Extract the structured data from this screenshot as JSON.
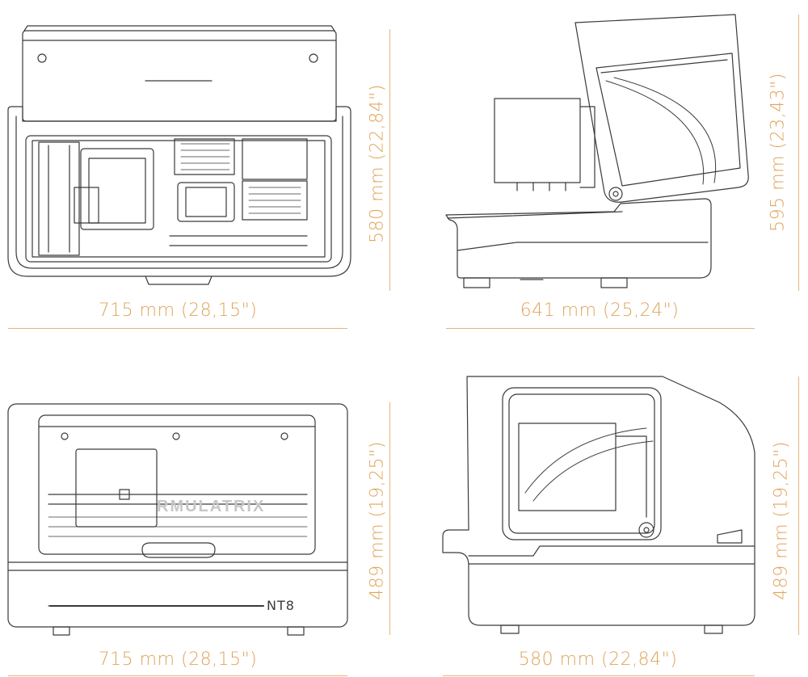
{
  "views": [
    {
      "id": "top",
      "width_label": "715 mm (28,15\")",
      "height_label": "580 mm (22,84\")"
    },
    {
      "id": "side-open",
      "width_label": "641 mm (25,24\")",
      "height_label": "595 mm (23,43\")"
    },
    {
      "id": "front",
      "width_label": "715 mm (28,15\")",
      "height_label": "489 mm (19,25\")"
    },
    {
      "id": "side-closed",
      "width_label": "580 mm (22,84\")",
      "height_label": "489 mm (19,25\")"
    }
  ],
  "brand": {
    "front_text": "RMULATRIX",
    "model": "NT8"
  },
  "colors": {
    "dimension": "#e0a45a",
    "drawing_stroke": "#3a3a3a"
  }
}
